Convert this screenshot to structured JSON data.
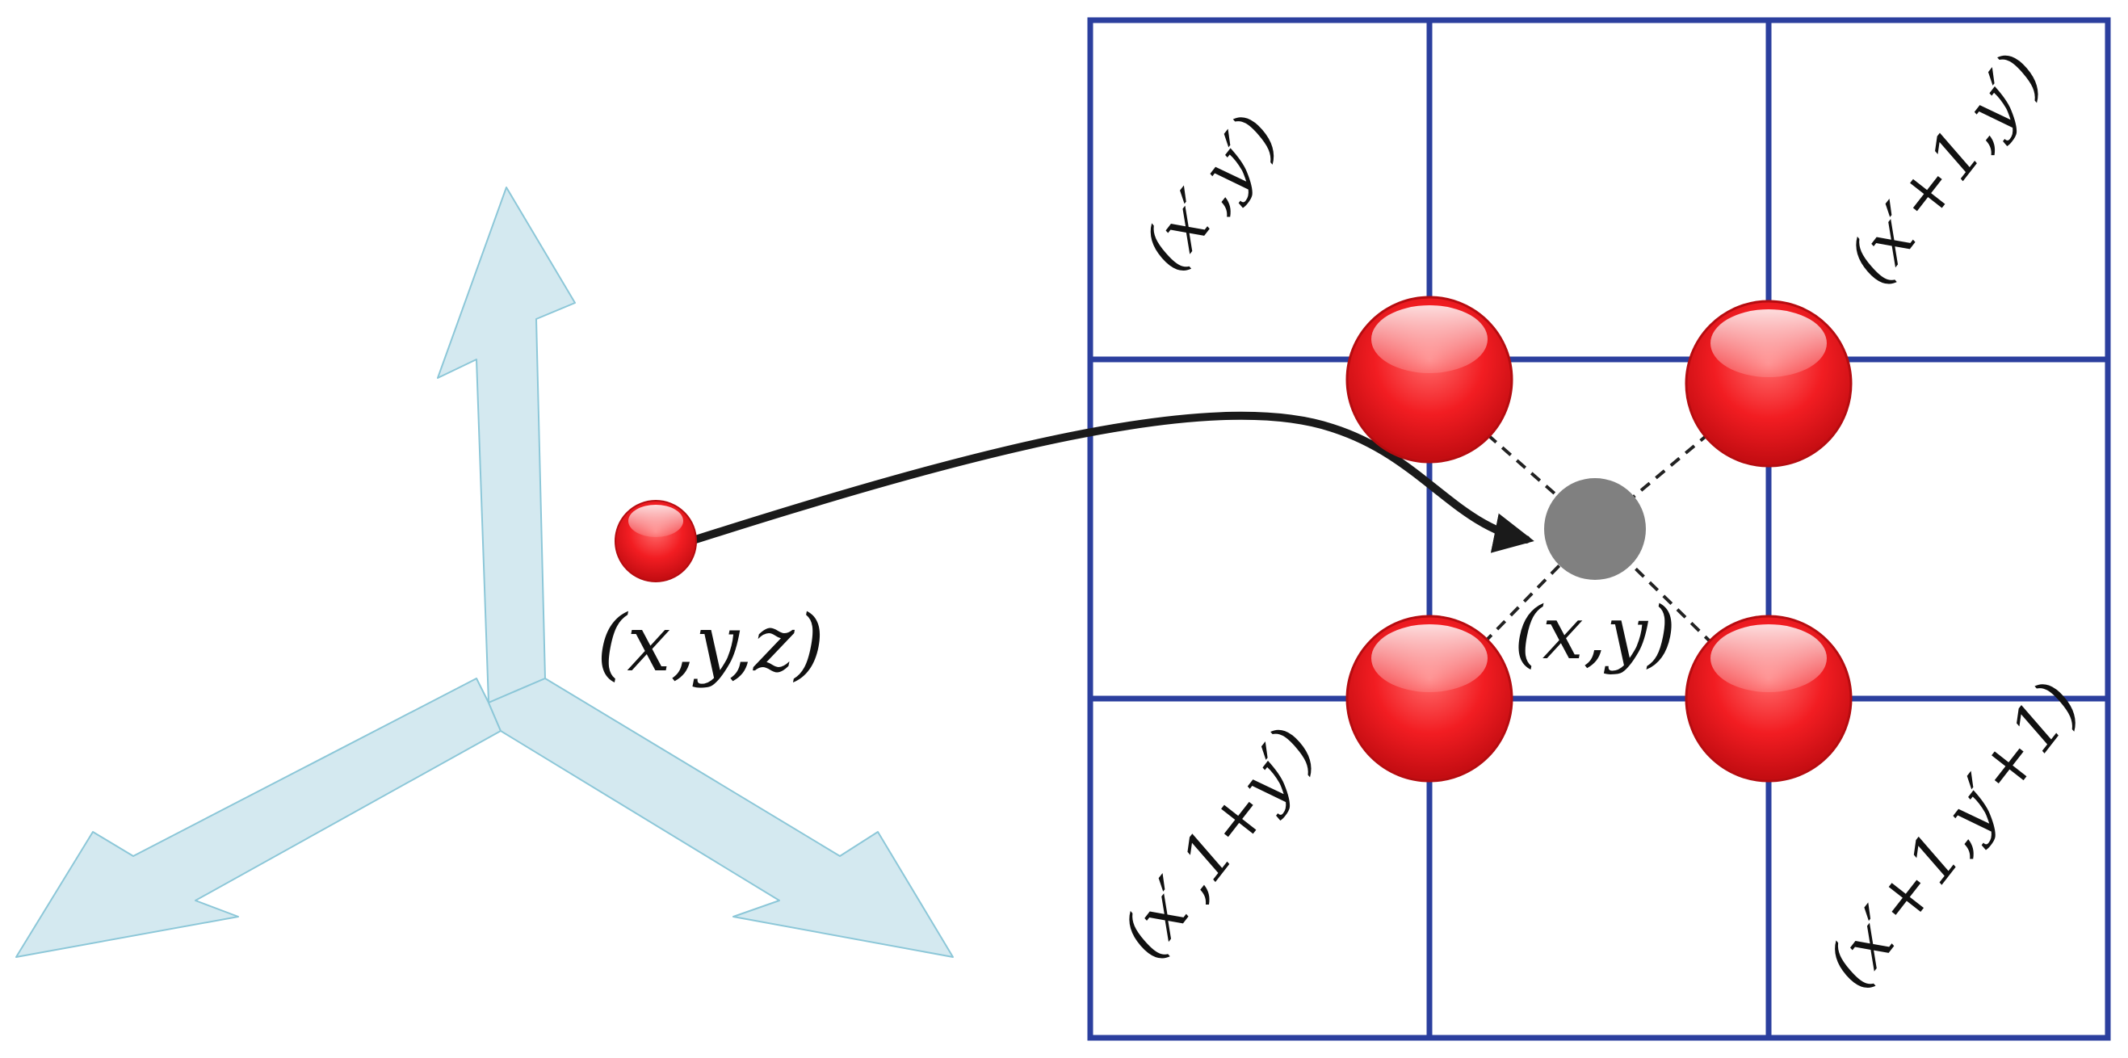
{
  "labels": {
    "point3d": "(x,y,z)",
    "projected": "(x,y)",
    "top_left": "(x′,y′)",
    "top_right": "(x′+1,y′)",
    "bottom_left": "(x′,1+y′)",
    "bottom_right": "(x′+1,y′+1)"
  },
  "colors": {
    "grid": "#2b3f9e",
    "axes_fill": "#d4e9f0",
    "axes_stroke": "#8cc7d8",
    "sphere": "#ee1c23",
    "projected_point": "#808080",
    "arrow": "#1a1a1a"
  },
  "icons": {
    "axes": "3d-axes-icon",
    "point": "red-sphere-icon",
    "neighbor": "red-sphere-icon",
    "projected": "gray-dot-icon"
  }
}
